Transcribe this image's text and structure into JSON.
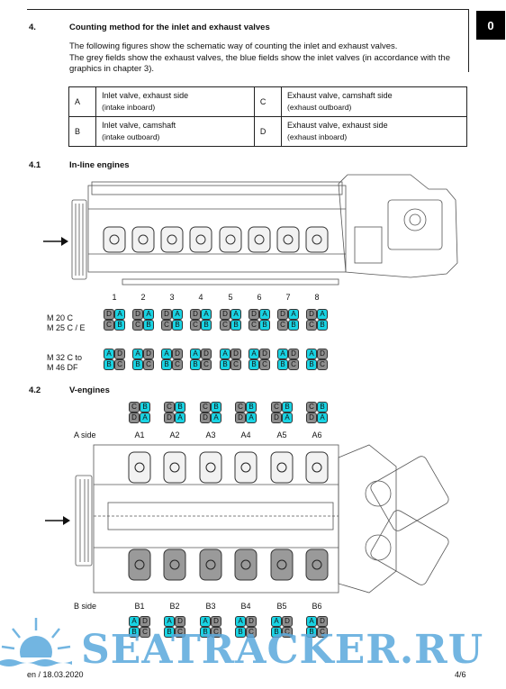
{
  "chapter": "0",
  "section4": {
    "number": "4.",
    "title": "Counting method for the inlet and exhaust valves",
    "intro_line1": "The following figures show the schematic way of counting the inlet and exhaust valves.",
    "intro_line2": "The grey fields show the exhaust valves, the blue fields show the inlet valves (in accordance with the graphics in chapter 3)."
  },
  "valve_table": [
    {
      "letter": "A",
      "main": "Inlet valve, exhaust side",
      "sub": "(intake inboard)"
    },
    {
      "letter": "B",
      "main": "Inlet valve, camshaft",
      "sub": "(intake outboard)"
    },
    {
      "letter": "C",
      "main": "Exhaust valve, camshaft side",
      "sub": "(exhaust outboard)"
    },
    {
      "letter": "D",
      "main": "Exhaust valve, exhaust side",
      "sub": "(exhaust inboard)"
    }
  ],
  "section41": {
    "number": "4.1",
    "title": "In-line engines"
  },
  "inline": {
    "cylinders": [
      "1",
      "2",
      "3",
      "4",
      "5",
      "6",
      "7",
      "8"
    ],
    "group1_label1": "M 20 C",
    "group1_label2": "M 25 C / E",
    "group2_label1": "M 32 C to",
    "group2_label2": "M 46 DF",
    "group1_pattern": {
      "tl": "D",
      "tr": "A",
      "bl": "C",
      "br": "B",
      "tl_c": "g",
      "tr_c": "b",
      "bl_c": "g",
      "br_c": "b"
    },
    "group2_pattern": {
      "tl": "A",
      "tr": "D",
      "bl": "B",
      "br": "C",
      "tl_c": "b",
      "tr_c": "g",
      "bl_c": "b",
      "br_c": "g"
    }
  },
  "section42": {
    "number": "4.2",
    "title": "V-engines"
  },
  "vengine": {
    "a_side_label": "A side",
    "b_side_label": "B side",
    "a_cylinders": [
      "A1",
      "A2",
      "A3",
      "A4",
      "A5",
      "A6"
    ],
    "b_cylinders": [
      "B1",
      "B2",
      "B3",
      "B4",
      "B5",
      "B6"
    ],
    "a_pattern": {
      "tl": "C",
      "tr": "B",
      "bl": "D",
      "br": "A",
      "tl_c": "g",
      "tr_c": "b",
      "bl_c": "g",
      "br_c": "b"
    },
    "b_pattern": {
      "tl": "A",
      "tr": "D",
      "bl": "B",
      "br": "C",
      "tl_c": "b",
      "tr_c": "g",
      "bl_c": "b",
      "br_c": "g"
    }
  },
  "footer": {
    "left": "en / 18.03.2020",
    "right": "4/6"
  },
  "watermark_text": "SEATRACKER.RU",
  "colors": {
    "inlet": "#19d3e3",
    "exhaust": "#8e8e8e",
    "watermark": "#5aa9dc"
  }
}
